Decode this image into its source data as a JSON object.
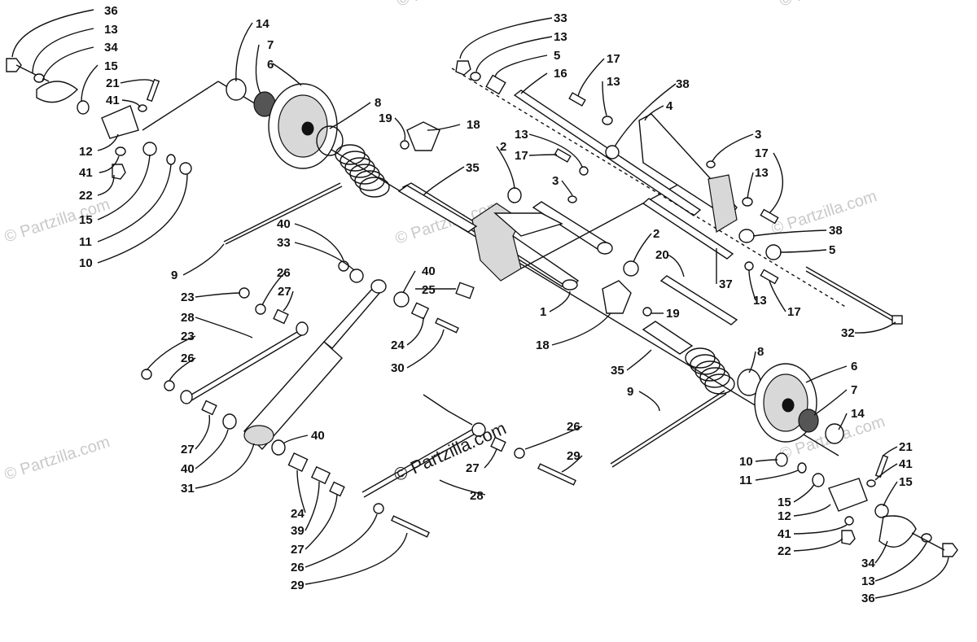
{
  "watermark": {
    "main": "© Partzilla.com",
    "faint": "© Partzilla.com"
  },
  "labels": [
    {
      "id": "l1",
      "text": "36"
    },
    {
      "id": "l2",
      "text": "13"
    },
    {
      "id": "l3",
      "text": "34"
    },
    {
      "id": "l4",
      "text": "15"
    },
    {
      "id": "l5",
      "text": "21"
    },
    {
      "id": "l6",
      "text": "41"
    },
    {
      "id": "l7",
      "text": "12"
    },
    {
      "id": "l8",
      "text": "41"
    },
    {
      "id": "l9",
      "text": "22"
    },
    {
      "id": "l10",
      "text": "15"
    },
    {
      "id": "l11",
      "text": "11"
    },
    {
      "id": "l12",
      "text": "10"
    },
    {
      "id": "l13",
      "text": "14"
    },
    {
      "id": "l14",
      "text": "7"
    },
    {
      "id": "l15",
      "text": "6"
    },
    {
      "id": "l16",
      "text": "8"
    },
    {
      "id": "l17",
      "text": "19"
    },
    {
      "id": "l18",
      "text": "18"
    },
    {
      "id": "l19",
      "text": "2"
    },
    {
      "id": "l20",
      "text": "35"
    },
    {
      "id": "l21",
      "text": "9"
    },
    {
      "id": "l22",
      "text": "40"
    },
    {
      "id": "l23",
      "text": "33"
    },
    {
      "id": "l24",
      "text": "26"
    },
    {
      "id": "l25",
      "text": "27"
    },
    {
      "id": "l26",
      "text": "23"
    },
    {
      "id": "l27",
      "text": "28"
    },
    {
      "id": "l28",
      "text": "23"
    },
    {
      "id": "l29",
      "text": "26"
    },
    {
      "id": "l30",
      "text": "40"
    },
    {
      "id": "l31",
      "text": "25"
    },
    {
      "id": "l32",
      "text": "24"
    },
    {
      "id": "l33",
      "text": "30"
    },
    {
      "id": "l34",
      "text": "27"
    },
    {
      "id": "l35",
      "text": "40"
    },
    {
      "id": "l36",
      "text": "31"
    },
    {
      "id": "l37",
      "text": "40"
    },
    {
      "id": "l38",
      "text": "24"
    },
    {
      "id": "l39",
      "text": "39"
    },
    {
      "id": "l40",
      "text": "27"
    },
    {
      "id": "l41",
      "text": "26"
    },
    {
      "id": "l42",
      "text": "29"
    },
    {
      "id": "l43",
      "text": "33"
    },
    {
      "id": "l44",
      "text": "13"
    },
    {
      "id": "l45",
      "text": "5"
    },
    {
      "id": "l46",
      "text": "16"
    },
    {
      "id": "l47",
      "text": "17"
    },
    {
      "id": "l48",
      "text": "13"
    },
    {
      "id": "l49",
      "text": "38"
    },
    {
      "id": "l50",
      "text": "4"
    },
    {
      "id": "l51",
      "text": "13"
    },
    {
      "id": "l52",
      "text": "17"
    },
    {
      "id": "l53",
      "text": "3"
    },
    {
      "id": "l54",
      "text": "3"
    },
    {
      "id": "l55",
      "text": "17"
    },
    {
      "id": "l56",
      "text": "13"
    },
    {
      "id": "l57",
      "text": "38"
    },
    {
      "id": "l58",
      "text": "5"
    },
    {
      "id": "l59",
      "text": "2"
    },
    {
      "id": "l60",
      "text": "20"
    },
    {
      "id": "l61",
      "text": "37"
    },
    {
      "id": "l62",
      "text": "13"
    },
    {
      "id": "l63",
      "text": "17"
    },
    {
      "id": "l64",
      "text": "1"
    },
    {
      "id": "l65",
      "text": "19"
    },
    {
      "id": "l66",
      "text": "18"
    },
    {
      "id": "l67",
      "text": "32"
    },
    {
      "id": "l68",
      "text": "35"
    },
    {
      "id": "l69",
      "text": "8"
    },
    {
      "id": "l70",
      "text": "6"
    },
    {
      "id": "l71",
      "text": "7"
    },
    {
      "id": "l72",
      "text": "14"
    },
    {
      "id": "l73",
      "text": "9"
    },
    {
      "id": "l74",
      "text": "26"
    },
    {
      "id": "l75",
      "text": "27"
    },
    {
      "id": "l76",
      "text": "29"
    },
    {
      "id": "l77",
      "text": "28"
    },
    {
      "id": "l78",
      "text": "10"
    },
    {
      "id": "l79",
      "text": "21"
    },
    {
      "id": "l80",
      "text": "11"
    },
    {
      "id": "l81",
      "text": "41"
    },
    {
      "id": "l82",
      "text": "15"
    },
    {
      "id": "l83",
      "text": "15"
    },
    {
      "id": "l84",
      "text": "12"
    },
    {
      "id": "l85",
      "text": "41"
    },
    {
      "id": "l86",
      "text": "22"
    },
    {
      "id": "l87",
      "text": "34"
    },
    {
      "id": "l88",
      "text": "13"
    },
    {
      "id": "l89",
      "text": "36"
    }
  ]
}
